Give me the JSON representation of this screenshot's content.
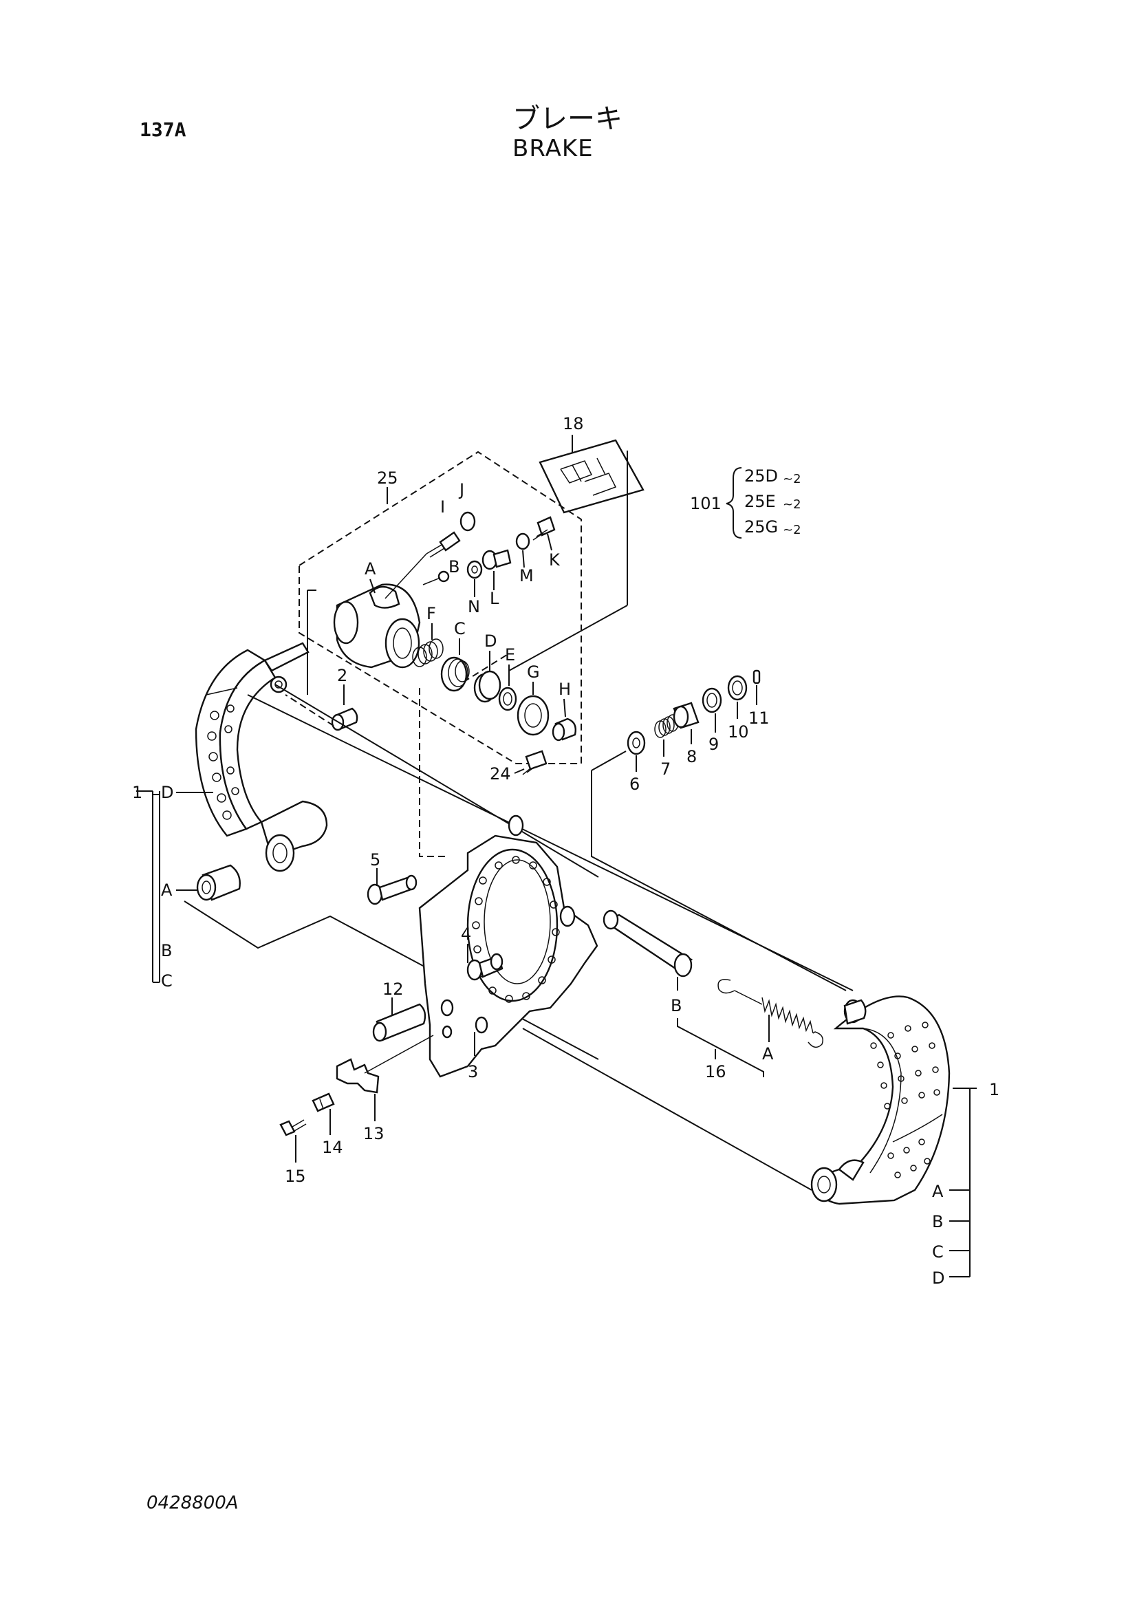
{
  "header": {
    "page_number": "137A",
    "title_jp": "ブレーキ",
    "title_en": "BRAKE"
  },
  "footer": {
    "drawing_number": "0428800A"
  },
  "callouts": {
    "c1_left": "1",
    "c1_right": "1",
    "c2": "2",
    "c3": "3",
    "c4": "4",
    "c5": "5",
    "c6": "6",
    "c7": "7",
    "c8": "8",
    "c9": "9",
    "c10": "10",
    "c11": "11",
    "c12": "12",
    "c13": "13",
    "c14": "14",
    "c15": "15",
    "c16": "16",
    "c18": "18",
    "c24": "24",
    "c25": "25",
    "c101": "101"
  },
  "letters": {
    "cyl_A": "A",
    "cyl_B": "B",
    "cyl_C": "C",
    "cyl_D": "D",
    "cyl_E": "E",
    "cyl_F": "F",
    "cyl_G": "G",
    "cyl_H": "H",
    "cyl_I": "I",
    "cyl_J": "J",
    "cyl_K": "K",
    "cyl_L": "L",
    "cyl_M": "M",
    "cyl_N": "N",
    "left_D": "D",
    "left_A": "A",
    "left_B": "B",
    "left_C": "C",
    "p16_B": "B",
    "p16_A": "A",
    "right_A": "A",
    "right_B": "B",
    "right_C": "C",
    "right_D": "D"
  },
  "kit_101": [
    {
      "code": "25D",
      "qty": "~2"
    },
    {
      "code": "25E",
      "qty": "~2"
    },
    {
      "code": "25G",
      "qty": "~2"
    }
  ]
}
